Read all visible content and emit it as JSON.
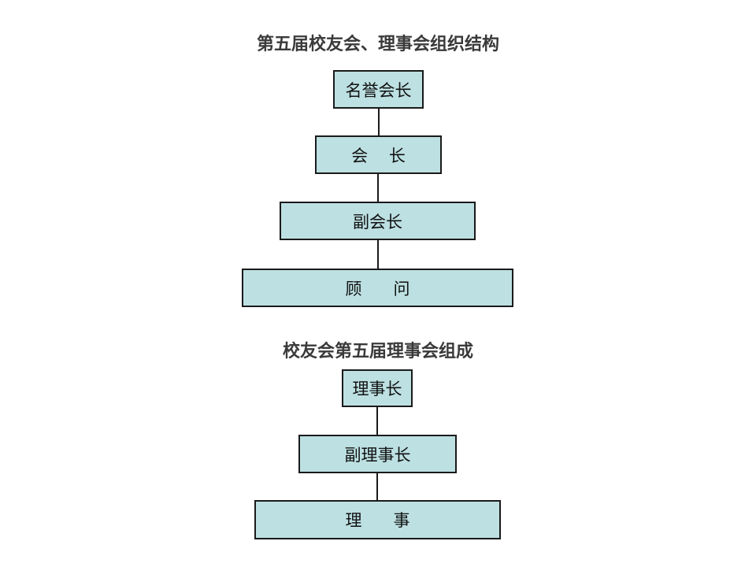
{
  "diagram_1": {
    "title": "第五届校友会、理事会组织结构",
    "nodes": [
      {
        "id": "honorary",
        "label": "名誉会长"
      },
      {
        "id": "president",
        "label": "会    长"
      },
      {
        "id": "vice_president",
        "label": "副会长"
      },
      {
        "id": "advisor",
        "label": "顾      问"
      }
    ]
  },
  "diagram_2": {
    "title": "校友会第五届理事会组成",
    "nodes": [
      {
        "id": "chairman",
        "label": "理事长"
      },
      {
        "id": "vice_chairman",
        "label": "副理事长"
      },
      {
        "id": "director",
        "label": "理      事"
      }
    ]
  },
  "colors": {
    "box_fill": "#bde0e2",
    "box_border": "#1a1a1a",
    "title_text": "#3a3a3a"
  }
}
